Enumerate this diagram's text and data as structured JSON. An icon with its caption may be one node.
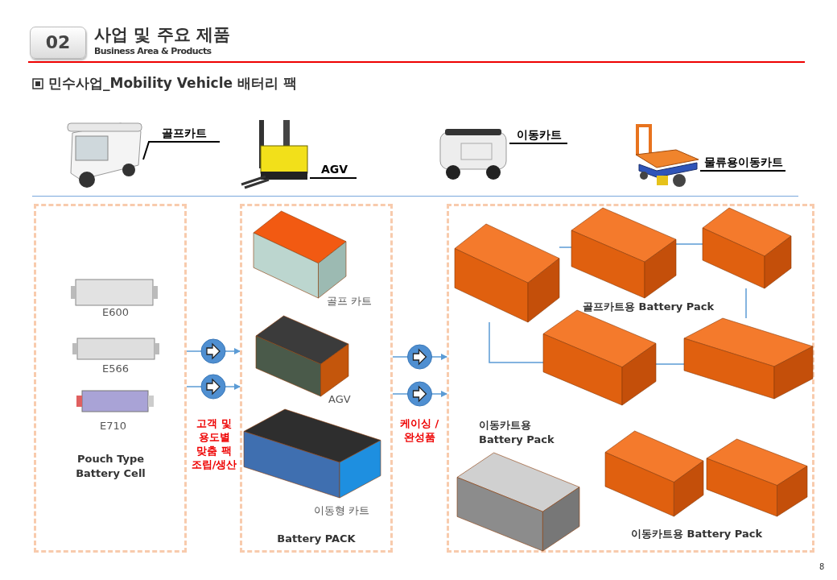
{
  "diagram": {
    "title": "사업 및 주요 제품",
    "nodes": [
      {
        "text": [],
        "shape": "picture"
      },
      {
        "text": [
          "골프카트"
        ]
      },
      {
        "text": [],
        "shape": "picture"
      },
      {
        "text": [
          "AGV"
        ]
      },
      {
        "text": [],
        "shape": "picture"
      },
      {
        "text": [
          "이동카트"
        ]
      },
      {
        "text": [],
        "shape": "picture"
      },
      {
        "text": [
          "물류용이동카트"
        ]
      },
      {
        "text": [
          "Pouch Type Battery Cell"
        ]
      },
      {
        "text": [
          "Battery PACK"
        ]
      },
      {
        "text": [],
        "shape": "box"
      },
      {
        "text": [],
        "shape": "picture",
        "in": 10
      },
      {
        "text": [],
        "shape": "picture",
        "in": 10
      },
      {
        "text": [],
        "shape": "picture",
        "in": 10
      },
      {
        "text": [],
        "shape": "picture",
        "in": 10
      },
      {
        "text": [],
        "shape": "picture",
        "in": 10
      }
    ],
    "edges": [
      {
        "from": 1,
        "to": 0,
        "arrow": "none",
        "color": "#000000"
      },
      {
        "from": 3,
        "to": 2,
        "arrow": "none",
        "color": "#000000"
      },
      {
        "from": 5,
        "to": 4,
        "arrow": "none",
        "color": "#000000"
      },
      {
        "from": 7,
        "to": 6,
        "arrow": "none",
        "color": "#000000"
      },
      {
        "from": 8,
        "to": 9,
        "arrow": "to"
      },
      {
        "from": 8,
        "to": 9,
        "arrow": "to"
      },
      {
        "from": 9,
        "to": 10,
        "arrow": "to"
      },
      {
        "from": 9,
        "to": 10,
        "arrow": "to"
      },
      {
        "from": 11,
        "to": 12,
        "arrow": "none"
      },
      {
        "from": 12,
        "to": 13,
        "arrow": "none"
      },
      {
        "from": 13,
        "to": 15,
        "arrow": "none"
      },
      {
        "from": 11,
        "to": 14,
        "arrow": "none"
      },
      {
        "from": 14,
        "to": 15,
        "arrow": "none"
      }
    ],
    "labels": [
      "02",
      "Business Area & Products",
      "민수사업_Mobility Vehicle 배터리 팩",
      "E600",
      "E566",
      "E710",
      "골프 카트",
      "AGV",
      "이동형 카트",
      "고객 및 용도별 맞춤 팩 조립/생산",
      "케이싱 / 완성품",
      "골프카트용 Battery Pack",
      "이동카트용 Battery Pack",
      "이동카트용 Battery Pack",
      "8"
    ]
  }
}
